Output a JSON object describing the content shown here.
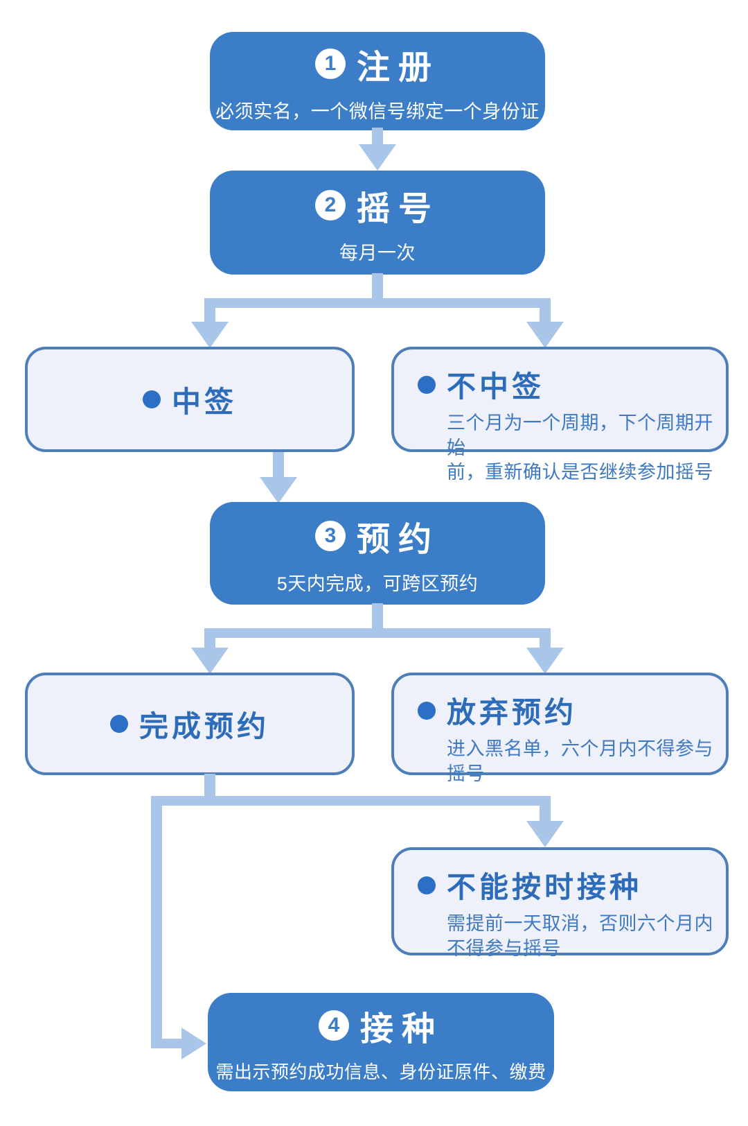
{
  "colors": {
    "page_bg": "#ffffff",
    "step_bg": "#3c7dc7",
    "step_text": "#ffffff",
    "connector": "#a9c6e8",
    "outcome_bg": "#eef0fa",
    "outcome_border": "#4d7eb8",
    "outcome_title": "#2d6cb8",
    "outcome_body": "#3f79c0",
    "bullet": "#2b70c4"
  },
  "steps": [
    {
      "number": "1",
      "title": "注册",
      "subtitle": "必须实名，一个微信号绑定一个身份证"
    },
    {
      "number": "2",
      "title": "摇号",
      "subtitle": "每月一次"
    },
    {
      "number": "3",
      "title": "预约",
      "subtitle": "5天内完成，可跨区预约"
    },
    {
      "number": "4",
      "title": "接种",
      "subtitle": "需出示预约成功信息、身份证原件、缴费"
    }
  ],
  "outcomes": [
    {
      "label": "中签",
      "body": ""
    },
    {
      "label": "不中签",
      "body": "三个月为一个周期，下个周期开始\n前，重新确认是否继续参加摇号"
    },
    {
      "label": "完成预约",
      "body": ""
    },
    {
      "label": "放弃预约",
      "body": "进入黑名单，六个月内不得参与\n摇号"
    },
    {
      "label": "不能按时接种",
      "body": "需提前一天取消，否则六个月内\n不得参与摇号"
    }
  ]
}
